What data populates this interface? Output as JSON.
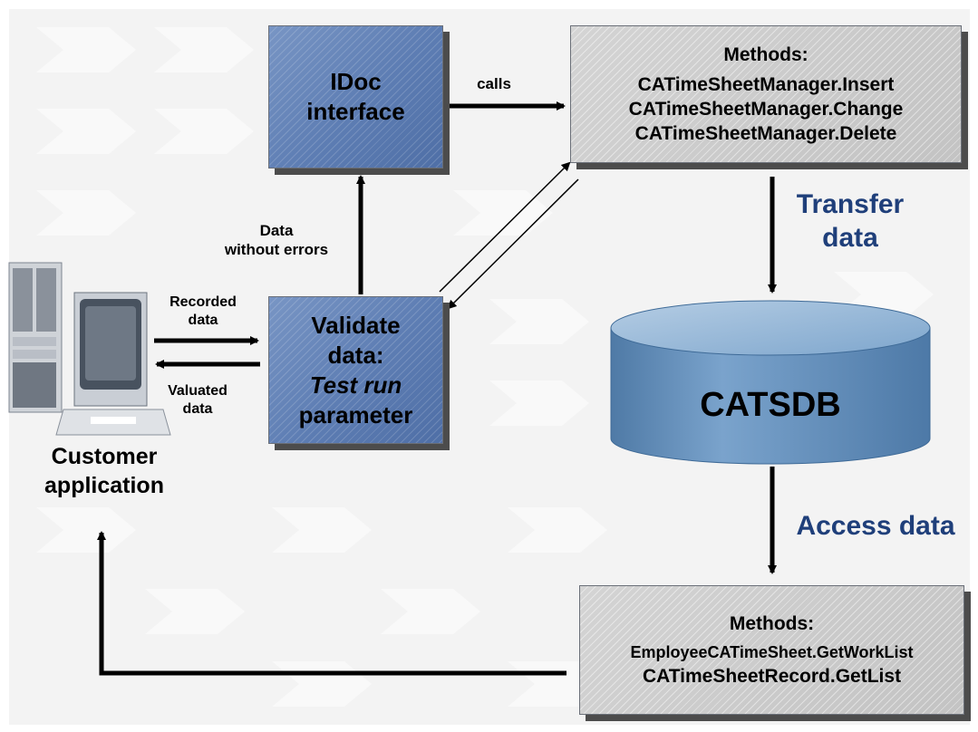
{
  "nodes": {
    "idoc": {
      "line1": "IDoc",
      "line2": "interface"
    },
    "methods_top": {
      "title": "Methods:",
      "items": [
        "CATimeSheetManager.Insert",
        "CATimeSheetManager.Change",
        "CATimeSheetManager.Delete"
      ]
    },
    "validate": {
      "line1": "Validate",
      "line2": "data:",
      "line3": "Test run",
      "line4": "parameter"
    },
    "catsdb": {
      "label": "CATSDB"
    },
    "methods_bottom": {
      "title": "Methods:",
      "items": [
        "EmployeeCATimeSheet.GetWorkList",
        "CATimeSheetRecord.GetList"
      ]
    },
    "customer": {
      "line1": "Customer",
      "line2": "application"
    }
  },
  "edges": {
    "calls": "calls",
    "data_without_errors": {
      "line1": "Data",
      "line2": "without errors"
    },
    "recorded": {
      "line1": "Recorded",
      "line2": "data"
    },
    "valuated": {
      "line1": "Valuated",
      "line2": "data"
    },
    "transfer": {
      "line1": "Transfer",
      "line2": "data"
    },
    "access": "Access data"
  },
  "colors": {
    "blue_box": "#5d7db3",
    "gray_box": "#c6c6c6",
    "cylinder": "#5c88b4",
    "label_blue": "#1f3f7a",
    "arrow": "#000000"
  }
}
